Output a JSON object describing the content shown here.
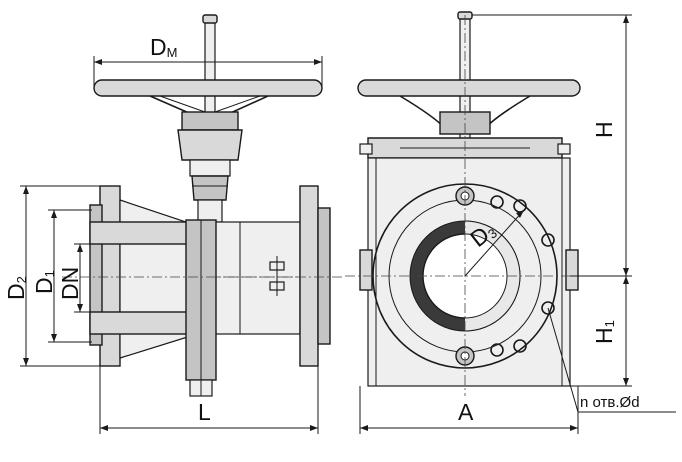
{
  "labels": {
    "dm": {
      "main": "D",
      "sub": "M"
    },
    "d2": {
      "main": "D",
      "sub": "2"
    },
    "d1": {
      "main": "D",
      "sub": "1"
    },
    "dn": {
      "main": "DN"
    },
    "l": {
      "main": "L"
    },
    "h": {
      "main": "H"
    },
    "a": {
      "main": "A"
    },
    "h1": {
      "main": "H",
      "sub": "1"
    },
    "d3": {
      "main": "D",
      "sub": "3"
    },
    "holes": {
      "main": "n отв.Ød"
    }
  },
  "colors": {
    "line": "#1a1a1a",
    "fill_light": "#d9d9d9",
    "fill_dark": "#3a3a3a",
    "background": "#ffffff"
  }
}
